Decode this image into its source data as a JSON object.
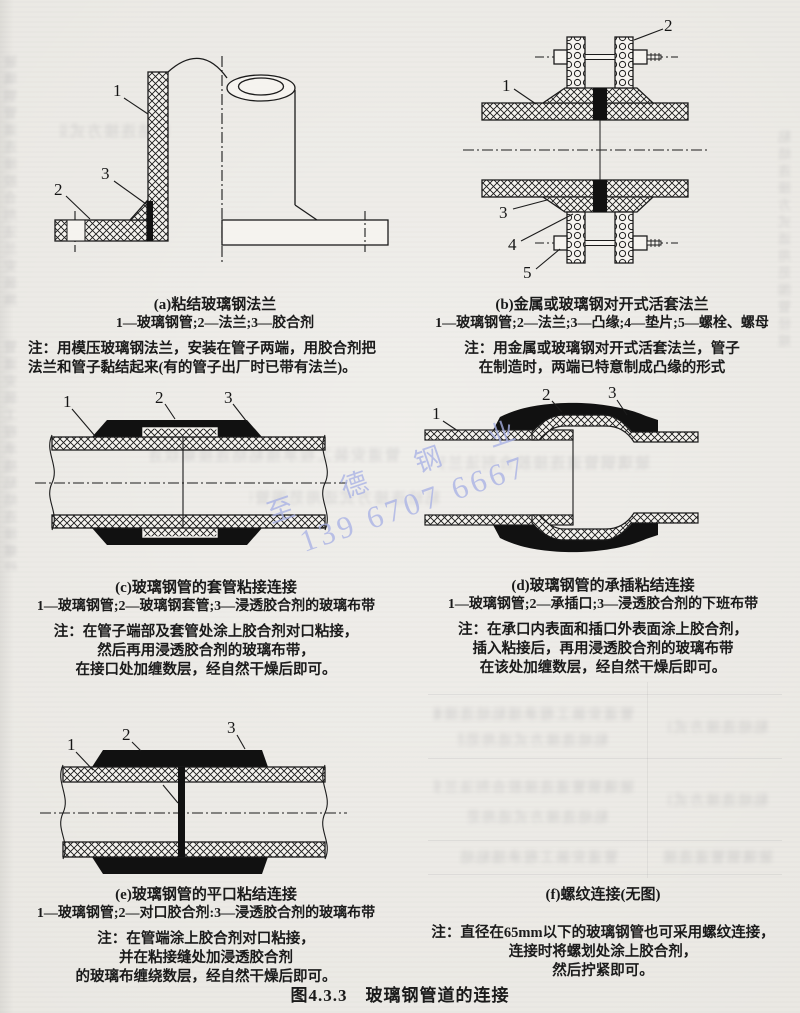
{
  "page": {
    "figure_title": "图4.3.3　玻璃钢管道的连接"
  },
  "watermark": {
    "company": "至 德 钢 业",
    "phone": "139 6707 6667",
    "color": "#a9b2e5"
  },
  "figures": {
    "a": {
      "title": "(a)粘结玻璃钢法兰",
      "legend": "1—玻璃钢管;2—法兰;3—胶合剂",
      "note_lines": [
        "注：用模压玻璃钢法兰，安装在管子两端，用胶合剂把",
        "法兰和管子黏结起来(有的管子出厂时已带有法兰)。"
      ],
      "labels": [
        "1",
        "2",
        "3"
      ]
    },
    "b": {
      "title": "(b)金属或玻璃钢对开式活套法兰",
      "legend": "1—玻璃钢管;2—法兰;3—凸缘;4—垫片;5—螺栓、螺母",
      "note_lines": [
        "注：用金属或玻璃钢对开式活套法兰，管子",
        "在制造时，两端已特意制成凸缘的形式"
      ],
      "labels": [
        "1",
        "2",
        "3",
        "4",
        "5"
      ]
    },
    "c": {
      "title": "(c)玻璃钢管的套管粘接连接",
      "legend": "1—玻璃钢管;2—玻璃钢套管;3—浸透胶合剂的玻璃布带",
      "note_lines": [
        "注：在管子端部及套管处涂上胶合剂对口粘接，",
        "然后再用浸透胶合剂的玻璃布带，",
        "在接口处加缠数层，经自然干燥后即可。"
      ],
      "labels": [
        "1",
        "2",
        "3"
      ]
    },
    "d": {
      "title": "(d)玻璃钢管的承插粘结连接",
      "legend": "1—玻璃钢管;2—承插口;3—浸透胶合剂的下班布带",
      "note_lines": [
        "注：在承口内表面和插口外表面涂上胶合剂，",
        "插入粘接后，再用浸透胶合剂的玻璃布带",
        "在该处加缠数层，经自然干燥后即可。"
      ],
      "labels": [
        "1",
        "2",
        "3"
      ]
    },
    "e": {
      "title": "(e)玻璃钢管的平口粘结连接",
      "legend": "1—玻璃钢管;2—对口胶合剂:3—浸透胶合剂的玻璃布带",
      "note_lines": [
        "注：在管端涂上胶合剂对口粘接，",
        "并在粘接缝处加浸透胶合剂",
        "的玻璃布缠绕数层，经自然干燥后即可。"
      ],
      "labels": [
        "1",
        "2",
        "3"
      ]
    },
    "f": {
      "title": "(f)螺纹连接(无图)",
      "note_lines": [
        "注：直径在65mm以下的玻璃钢管也可采用螺纹连接，",
        "连接时将螺划处涂上胶合剂，",
        "然后拧紧即可。"
      ]
    }
  },
  "decor": {
    "bleed1": "玻璃钢管道连接胶合剂法兰安装施工要求规范玻璃布带缠绕数层",
    "bleed2": "管道安装工程承插粘结连接螺纹连接适用管径规格型号说明",
    "bleed3": "粘结连接方式适用范围管径规格"
  }
}
